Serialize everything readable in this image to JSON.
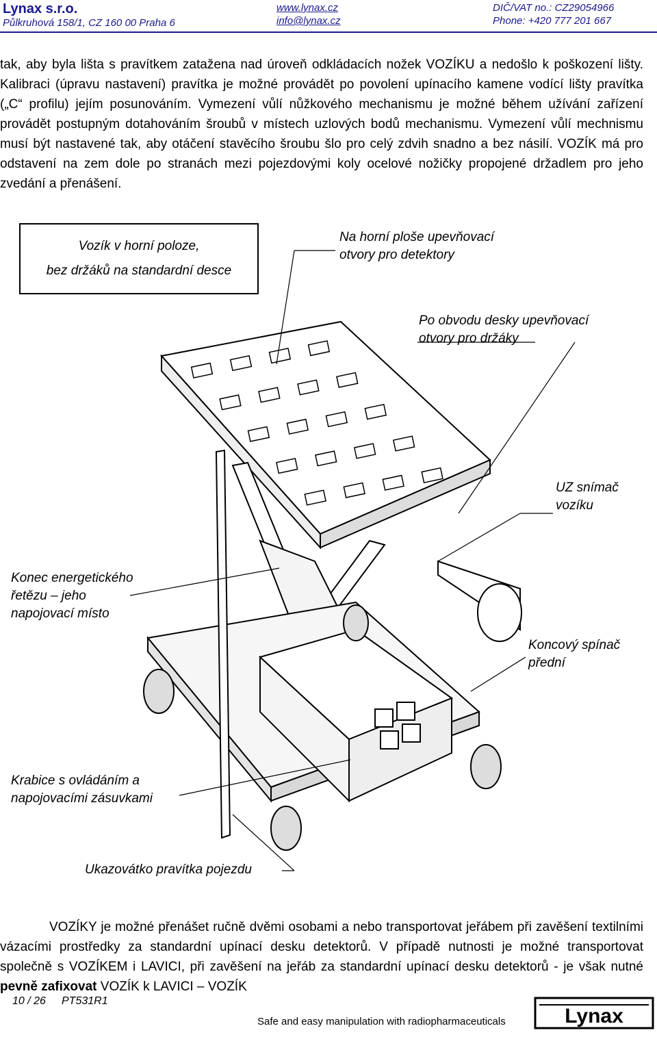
{
  "header": {
    "company": "Lynax s.r.o.",
    "address": "Půlkruhová 158/1, CZ 160 00 Praha 6",
    "web": "www.lynax.cz",
    "email": "info@lynax.cz",
    "vat": "DIČ/VAT no.: CZ29054966",
    "phone": "Phone: +420 777 201 667"
  },
  "body": {
    "paragraph1": "tak, aby byla lišta s pravítkem zatažena nad úroveň odkládacích nožek VOZÍKU a nedošlo k poškození lišty. Kalibraci (úpravu nastavení) pravítka je možné provádět po povolení upínacího kamene vodící lišty pravítka („C“ profilu) jejím posunováním. Vymezení vůlí nůžkového mechanismu je možné během užívání zařízení provádět postupným dotahováním šroubů v místech uzlových bodů mechanismu. Vymezení vůlí mechnismu musí být nastavené tak, aby otáčení stavěcího šroubu šlo pro celý zdvih snadno a bez násilí. VOZÍK má pro odstavení na zem dole po stranách mezi pojezdovými koly ocelové nožičky propojené držadlem pro jeho zvedání a přenášení.",
    "paragraph2_part1": "VOZÍKY je možné přenášet ručně dvěmi osobami a nebo transportovat jeřábem při zavěšení textilními vázacími prostředky za standardní upínací desku detektorů. V případě nutnosti je možné transportovat společně s VOZÍKEM i LAVICI, při zavěšení na jeřáb za standardní upínací desku detektorů - je však nutné ",
    "paragraph2_bold": "pevně zafixovat",
    "paragraph2_part2": " VOZÍK k LAVICI – VOZÍK"
  },
  "figure": {
    "callout_box_line1": "Vozík v horní poloze,",
    "callout_box_line2": "bez držáků na standardní desce",
    "callout_top_line1": "Na horní ploše upevňovací",
    "callout_top_line2": "otvory pro detektory",
    "callout_perimeter_line1": "Po obvodu desky upevňovací",
    "callout_perimeter_line2": "otvory pro držáky",
    "callout_uz_line1": "UZ snímač",
    "callout_uz_line2": "vozíku",
    "callout_chain_line1": "Konec energetického",
    "callout_chain_line2": "řetězu – jeho",
    "callout_chain_line3": "napojovací místo",
    "callout_switch_line1": "Koncový spínač",
    "callout_switch_line2": "přední",
    "callout_box2_line1": "Krabice s ovládáním a",
    "callout_box2_line2": "napojovacími zásuvkami",
    "callout_pointer": "Ukazovátko pravítka pojezdu"
  },
  "footer": {
    "page": "10 / 26",
    "doc_code": "PT531R1",
    "tagline": "Safe and easy manipulation with radiopharmaceuticals",
    "logo_text": "Lynax"
  }
}
